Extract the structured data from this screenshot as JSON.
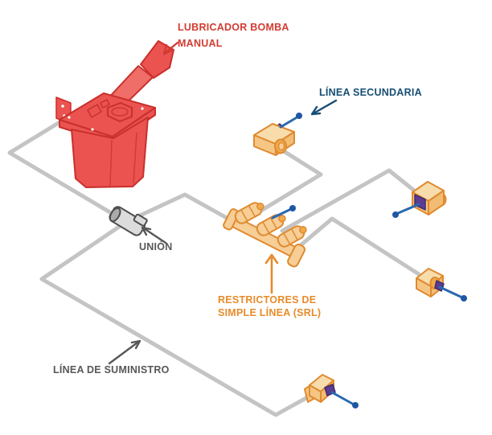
{
  "labels": {
    "pump_label": {
      "lines": [
        "LUBRICADOR BOMBA",
        "MANUAL"
      ],
      "color": "#D43B31"
    },
    "secondary_line_label": {
      "text": "LÍNEA SECUNDARIA",
      "color": "#164E74"
    },
    "union_label": {
      "text": "UNIÓN",
      "color": "#575756"
    },
    "srl_label": {
      "lines": [
        "RESTRICTORES DE",
        "SIMPLE LÍNEA (SRL)"
      ],
      "color": "#E78B2A"
    },
    "supply_line_label": {
      "text": "LÍNEA DE SUMINISTRO",
      "color": "#575756"
    }
  },
  "colors": {
    "background": "#FFFFFF",
    "pump_red": "#EA5350",
    "pump_red_outline": "#C9302C",
    "pump_handle_red": "#EF6E67",
    "supply_line_gray": "#C4C4C4",
    "union_fill_gray": "#DCDCDC",
    "union_outline_gray": "#4E4E4E",
    "component_orange_light": "#F8DCAC",
    "component_orange": "#F6CE96",
    "component_orange_mid": "#EFA94C",
    "component_orange_outline": "#E08A2F",
    "secondary_line_blue": "#2969B0",
    "lube_point_blue": "#1F57A5",
    "fitting_purple": "#5B3C91",
    "fitting_purple_outline": "#3F2C6E"
  },
  "components": {
    "manual_pump_count": 1,
    "union_fitting_count": 1,
    "manifold_srl_restrictor_count": 3,
    "single_srl_restrictor_count": 4,
    "lubrication_point_count": 5
  }
}
